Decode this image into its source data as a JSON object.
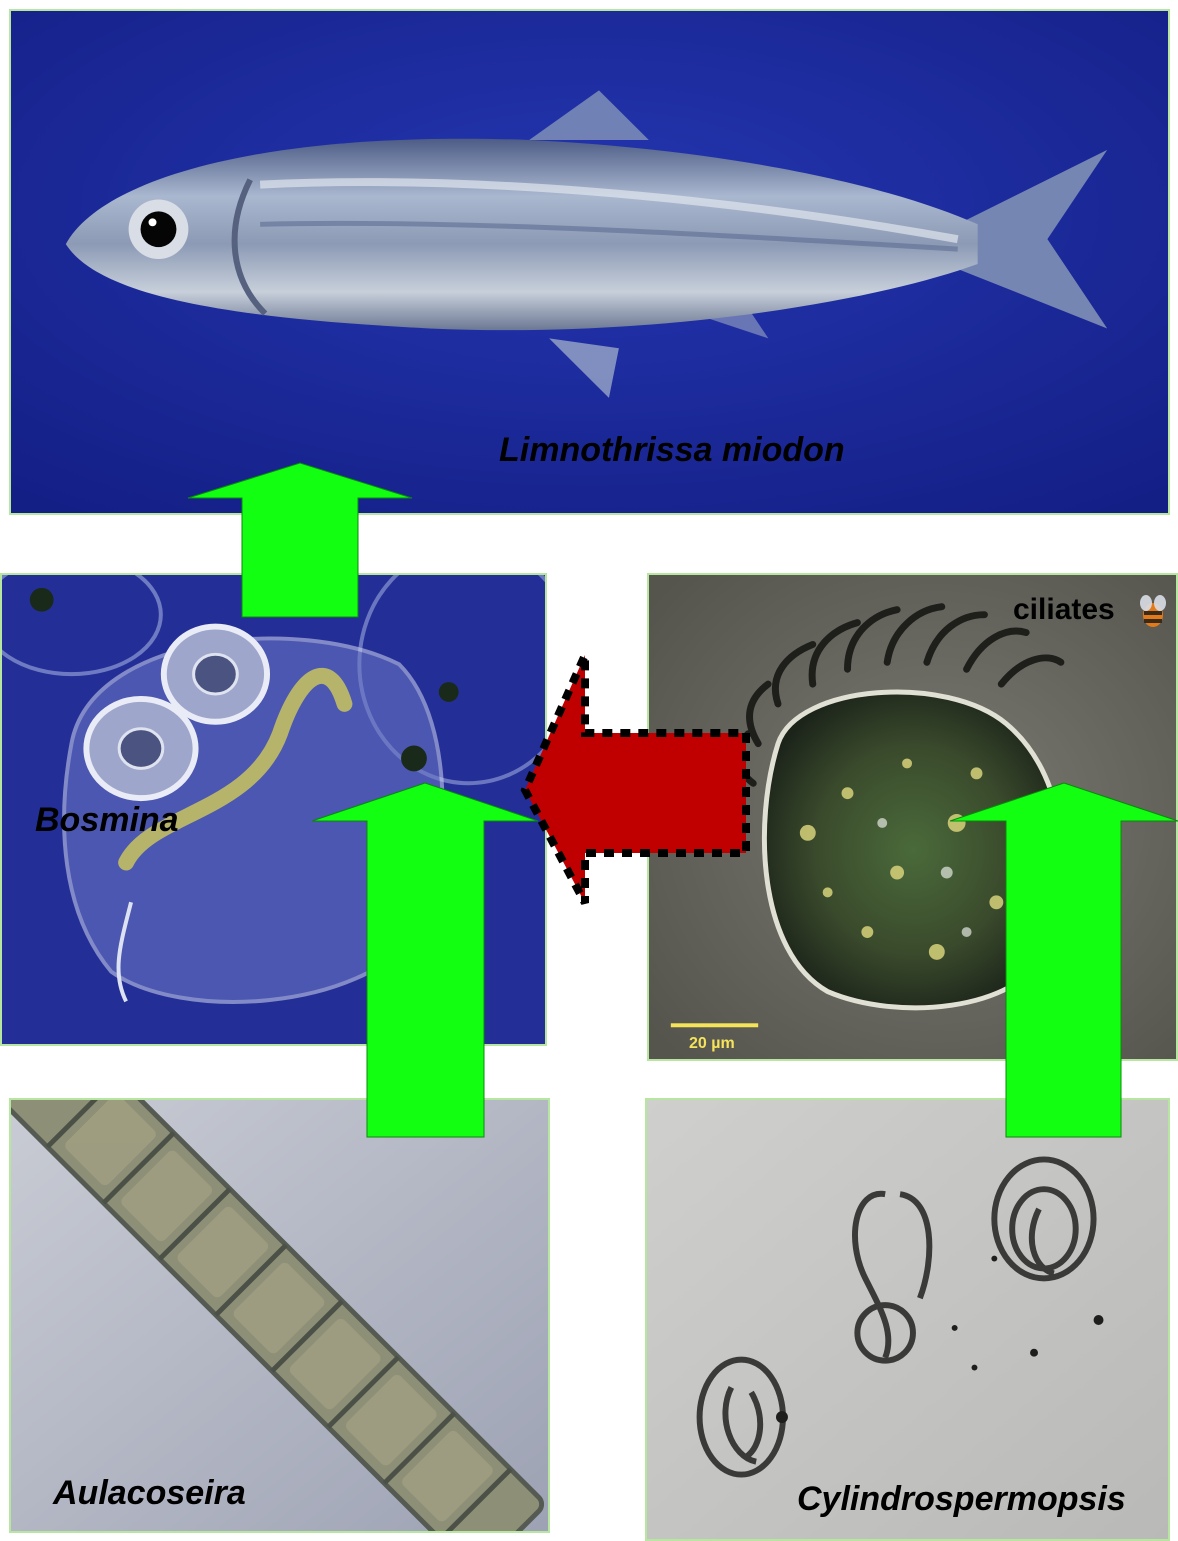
{
  "labels": {
    "fish": "Limnothrissa miodon",
    "bosmina": "Bosmina",
    "ciliates": "ciliates",
    "aulacoseira": "Aulacoseira",
    "cylindrospermopsis": "Cylindrospermopsis",
    "scale_bar": "20 µm"
  },
  "colors": {
    "fish_bg": "#1a2a9a",
    "bosmina_bg": "#232f96",
    "ciliate_bg": "#6c6c64",
    "aulacoseira_bg": "#b8bcc8",
    "cylindro_bg": "#c9c9c7",
    "green_arrow": "#12ff12",
    "red_arrow": "#c00000",
    "panel_border": "#b6e6a0"
  },
  "icons": [
    "green-up-arrow",
    "red-dashed-left-arrow"
  ]
}
